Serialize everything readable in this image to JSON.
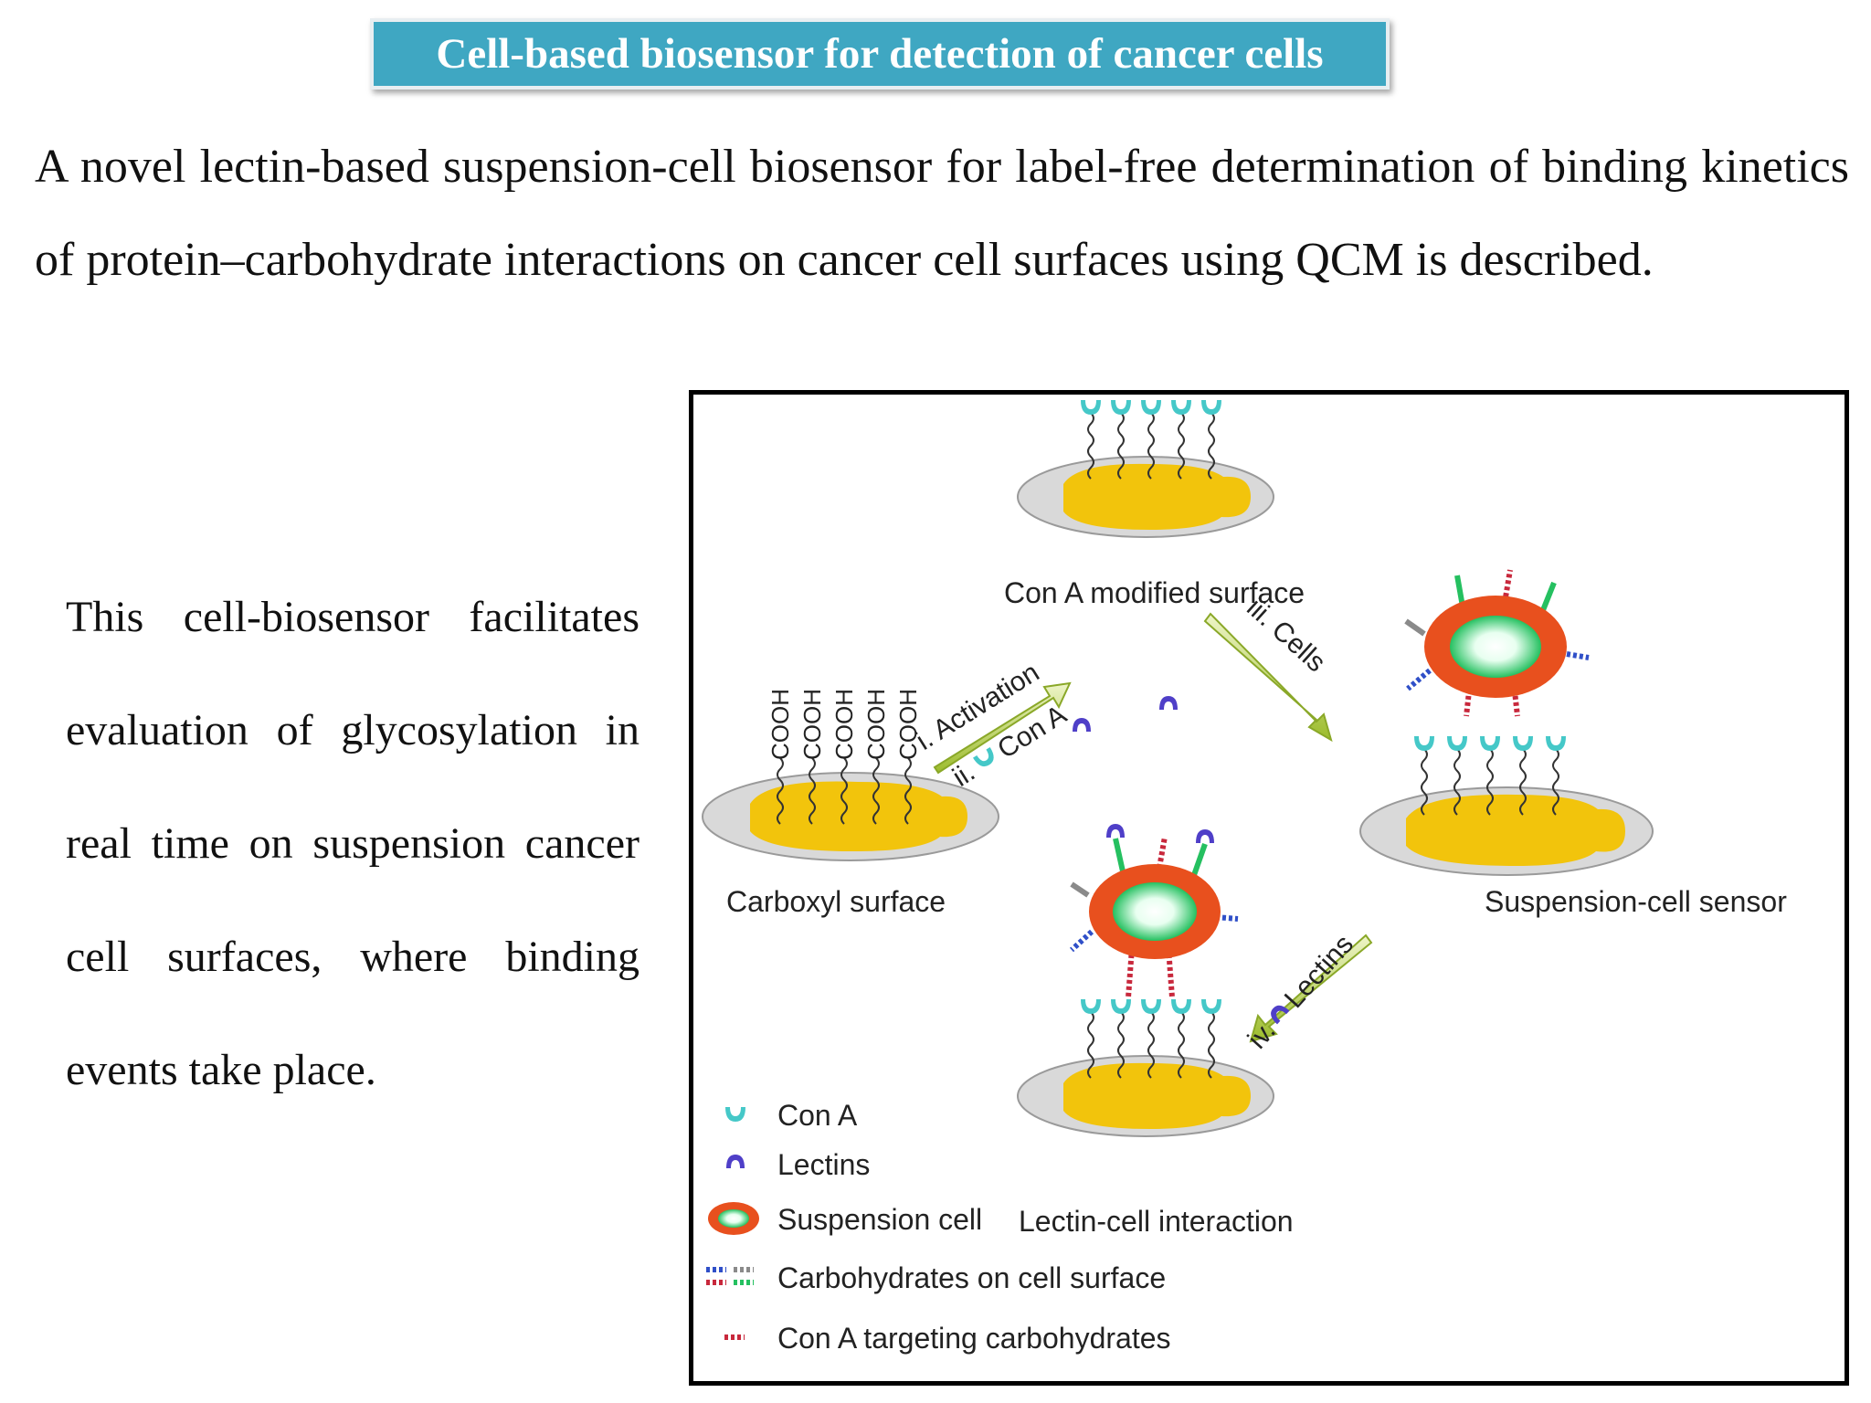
{
  "title": "Cell-based biosensor for detection of cancer cells",
  "intro": "A novel lectin-based suspension-cell biosensor for label-free determination of binding kinetics of protein–carbohydrate interactions on cancer cell surfaces using QCM is described.",
  "side_text": "This cell-biosensor facilitates evaluation of glycosylation in real time on suspension cancer cell surfaces, where binding events take place.",
  "figure": {
    "stages": {
      "carboxyl": "Carboxyl surface",
      "cona_modified": "Con A modified surface",
      "sensor": "Suspension-cell sensor",
      "interaction": "Lectin-cell interaction"
    },
    "cooh": "COOH",
    "steps": {
      "activation": "i. Activation",
      "cona_prefix": "ii.",
      "cona": "Con A",
      "cells": "iii. Cells",
      "lectins_prefix": "iv.",
      "lectins": "Lectins"
    },
    "legend": {
      "cona": "Con A",
      "lectins": "Lectins",
      "cell": "Suspension cell",
      "carbohydrates": "Carbohydrates on cell surface",
      "targeting": "Con A targeting carbohydrates"
    },
    "colors": {
      "gold": "#f2c40c",
      "disk": "#d8d8d8",
      "cona": "#45c8c8",
      "lectin": "#4f3fc8",
      "cell_outer": "#e8501e",
      "cell_inner": "#25c060",
      "arrow": "#a8c83a"
    }
  }
}
